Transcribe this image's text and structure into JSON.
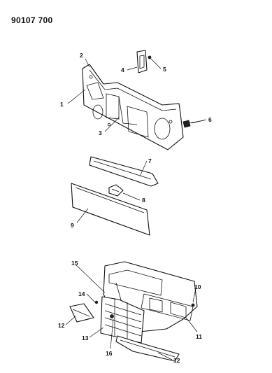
{
  "diagram": {
    "document_code": "90107 700",
    "callouts": [
      "1",
      "2",
      "3",
      "4",
      "5",
      "6",
      "7",
      "8",
      "9",
      "10",
      "11",
      "12",
      "12",
      "13",
      "14",
      "15",
      "16"
    ]
  }
}
